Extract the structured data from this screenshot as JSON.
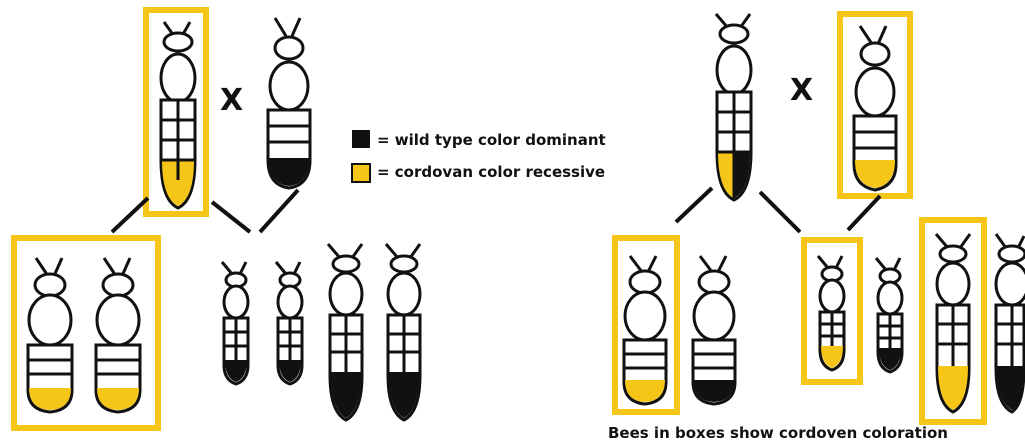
{
  "colors": {
    "wild": "#111111",
    "cordovan": "#F5C518",
    "box": "#F5C518",
    "body": "#ffffff",
    "line": "#111111"
  },
  "cross_symbol_left": "X",
  "cross_symbol_right": "X",
  "legend": {
    "wild_label": "= wild type color dominant",
    "cordovan_label": "= cordovan color recessive"
  },
  "caption": "Bees in boxes show cordoven coloration"
}
